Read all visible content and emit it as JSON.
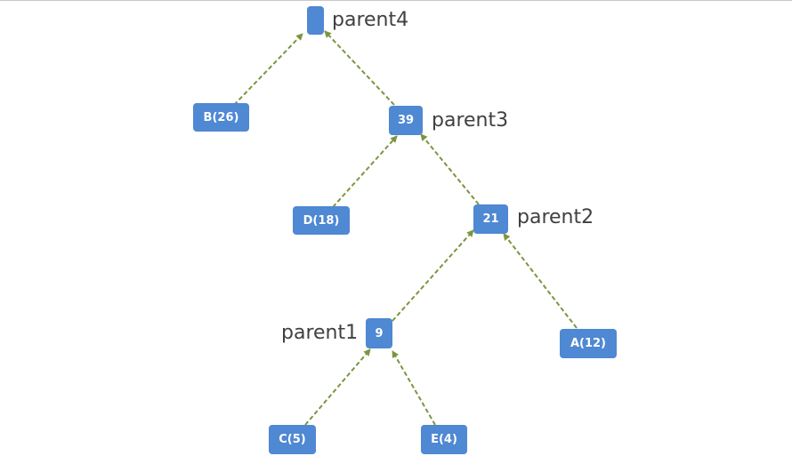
{
  "diagram": {
    "edge_color": "#7a9640",
    "node_color": "#4f88d3",
    "nodes": [
      {
        "id": "parent4",
        "label": ""
      },
      {
        "id": "b26",
        "label": "B(26)"
      },
      {
        "id": "parent3",
        "label": "39"
      },
      {
        "id": "d18",
        "label": "D(18)"
      },
      {
        "id": "parent2",
        "label": "21"
      },
      {
        "id": "parent1",
        "label": "9"
      },
      {
        "id": "a12",
        "label": "A(12)"
      },
      {
        "id": "c5",
        "label": "C(5)"
      },
      {
        "id": "e4",
        "label": "E(4)"
      }
    ],
    "captions": {
      "parent4": "parent4",
      "parent3": "parent3",
      "parent2": "parent2",
      "parent1": "parent1"
    },
    "edges": [
      {
        "from": "b26",
        "to": "parent4"
      },
      {
        "from": "parent3",
        "to": "parent4"
      },
      {
        "from": "d18",
        "to": "parent3"
      },
      {
        "from": "parent2",
        "to": "parent3"
      },
      {
        "from": "parent1",
        "to": "parent2"
      },
      {
        "from": "a12",
        "to": "parent2"
      },
      {
        "from": "c5",
        "to": "parent1"
      },
      {
        "from": "e4",
        "to": "parent1"
      }
    ]
  }
}
